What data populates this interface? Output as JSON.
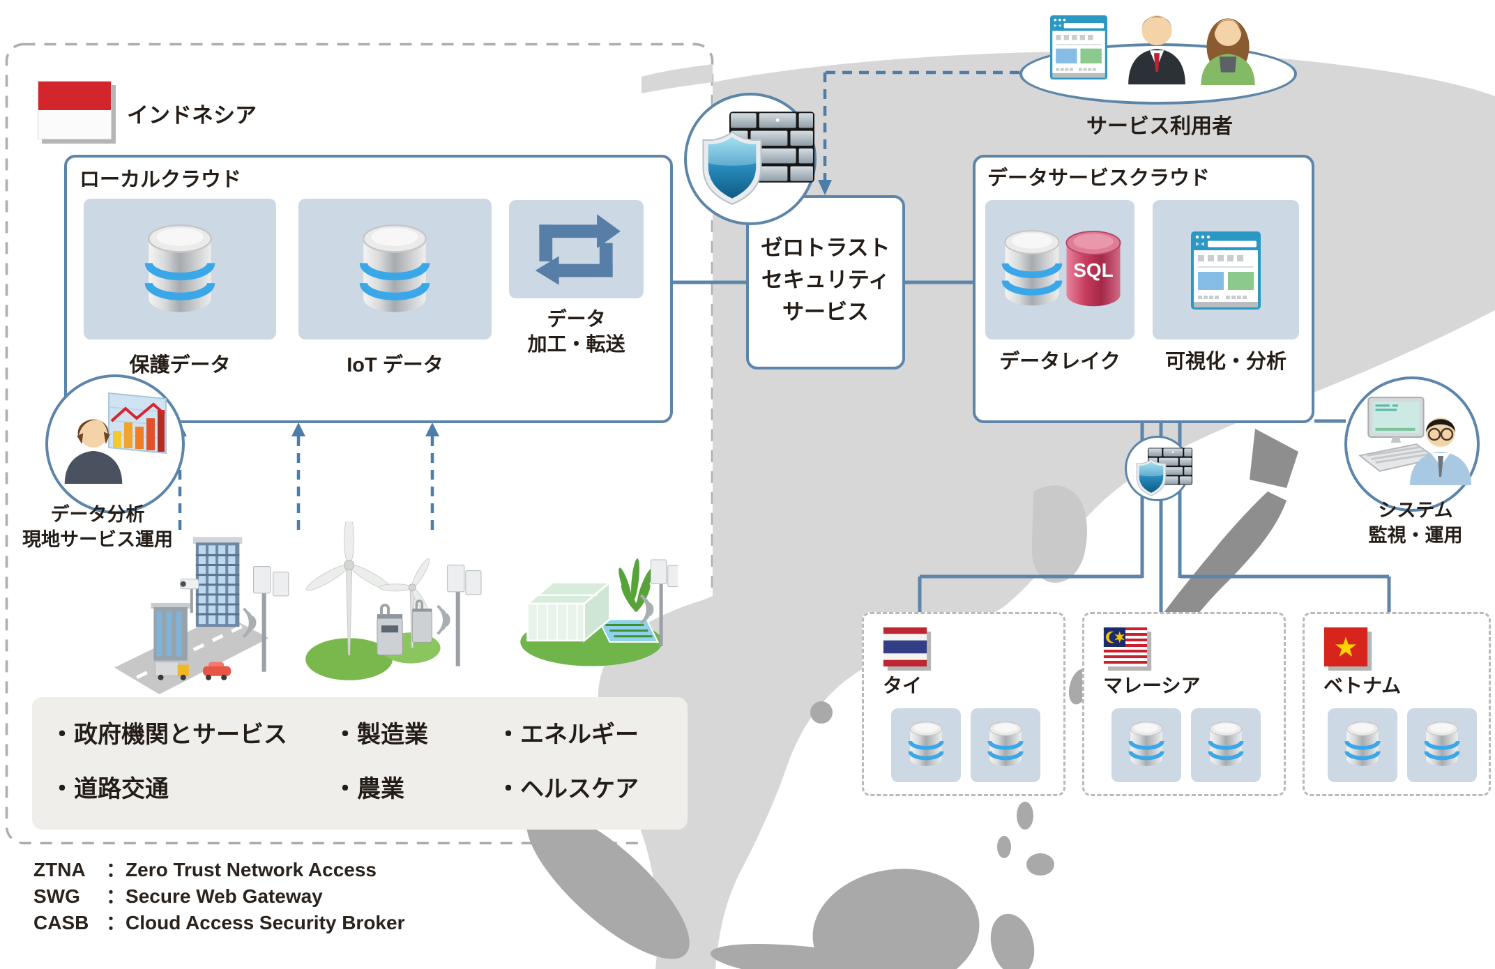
{
  "diagram": {
    "indonesia": {
      "label": "インドネシア"
    },
    "local_cloud": {
      "title": "ローカルクラウド",
      "protected_data": "保護データ",
      "iot_data": "IoT データ",
      "processing_line1": "データ",
      "processing_line2": "加工・転送"
    },
    "analyst": {
      "line1": "データ分析",
      "line2": "現地サービス運用"
    },
    "zero_trust": {
      "line1": "ゼロトラスト",
      "line2": "セキュリティ",
      "line3": "サービス"
    },
    "service_users": {
      "label": "サービス利用者"
    },
    "data_cloud": {
      "title": "データサービスクラウド",
      "data_lake": "データレイク",
      "sql": "SQL",
      "visualization": "可視化・分析"
    },
    "monitoring": {
      "line1": "システム",
      "line2": "監視・運用"
    },
    "industries": {
      "col1": [
        "・政府機関とサービス",
        "・道路交通"
      ],
      "col2": [
        "・製造業",
        "・農業"
      ],
      "col3": [
        "・エネルギー",
        "・ヘルスケア"
      ]
    },
    "countries": [
      {
        "name": "タイ"
      },
      {
        "name": "マレーシア"
      },
      {
        "name": "ベトナム"
      }
    ],
    "footnotes": [
      {
        "abbr": "ZTNA",
        "sep": "：",
        "text": "Zero Trust Network Access"
      },
      {
        "abbr": "SWG",
        "sep": "：",
        "text": "Secure Web Gateway"
      },
      {
        "abbr": "CASB",
        "sep": "：",
        "text": "Cloud Access Security Broker"
      }
    ],
    "colors": {
      "accent_blue": "#5d85aa",
      "panel_blue": "#ccd8e4",
      "map_gray": "#d7d7d7",
      "sql_red": "#c63d60"
    }
  }
}
